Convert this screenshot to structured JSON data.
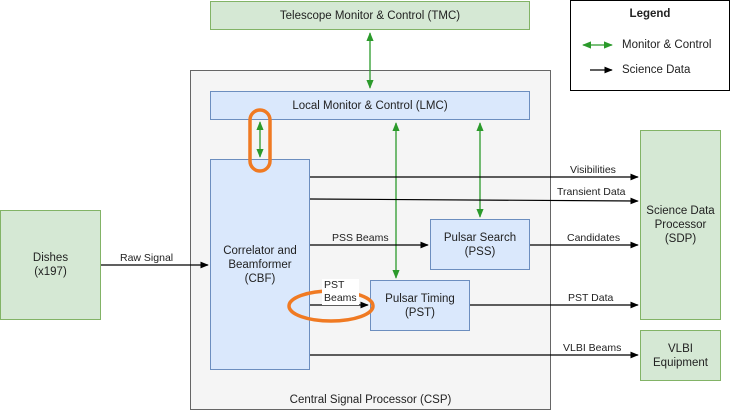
{
  "colors": {
    "monitor_arrow": "#2b9a2b",
    "science_arrow": "#000000",
    "highlight": "#f07a22",
    "green_fill": "#d5e8d4",
    "blue_fill": "#dae8fc",
    "csp_fill": "#f5f5f5"
  },
  "boxes": {
    "tmc": "Telescope Monitor & Control (TMC)",
    "csp": "Central Signal Processor (CSP)",
    "lmc": "Local Monitor & Control (LMC)",
    "cbf": "Correlator and\nBeamformer\n(CBF)",
    "pss": "Pulsar Search\n(PSS)",
    "pst": "Pulsar Timing\n(PST)",
    "dishes": "Dishes\n(x197)",
    "sdp": "Science Data\nProcessor\n(SDP)",
    "vlbi": "VLBI\nEquipment"
  },
  "legend": {
    "title": "Legend",
    "monitor": "Monitor & Control",
    "science": "Science Data"
  },
  "edges": {
    "raw_signal": "Raw Signal",
    "visibilities": "Visibilities",
    "transient": "Transient Data",
    "pss_beams": "PSS Beams",
    "candidates": "Candidates",
    "pst_beams": "PST\nBeams",
    "pst_data": "PST Data",
    "vlbi_beams": "VLBI Beams"
  }
}
